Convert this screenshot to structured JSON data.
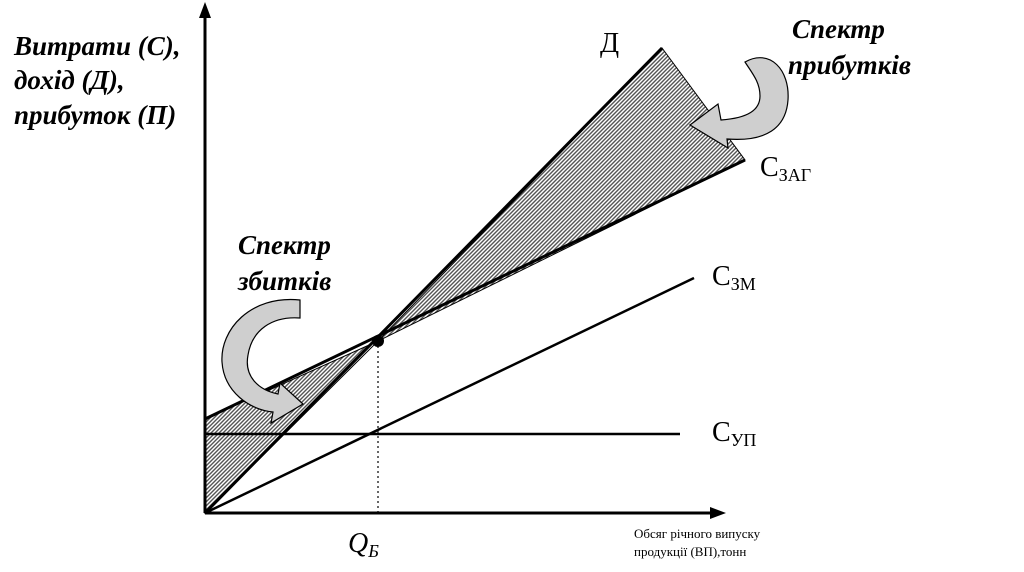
{
  "diagram": {
    "y_axis_label": [
      "Витрати (С),",
      "дохід (Д),",
      "прибуток (П)"
    ],
    "x_axis_label": [
      "Обсяг річного випуску",
      "продукції (ВП),тонн"
    ],
    "breakeven_label": {
      "main": "Q",
      "sub": "Б"
    },
    "profit_zone_label": [
      "Спектр",
      "прибутків"
    ],
    "loss_zone_label": [
      "Спектр",
      "збитків"
    ],
    "lines": {
      "revenue": {
        "main": "Д",
        "sub": ""
      },
      "total_cost": {
        "main": "С",
        "sub": "ЗАГ"
      },
      "variable_cost": {
        "main": "С",
        "sub": "ЗМ"
      },
      "fixed_cost": {
        "main": "С",
        "sub": "УП"
      }
    },
    "colors": {
      "line": "#000000",
      "hatch_fill": "#7f7f7f",
      "arrow_fill": "#cfcfcf",
      "arrow_stroke": "#000000"
    }
  }
}
